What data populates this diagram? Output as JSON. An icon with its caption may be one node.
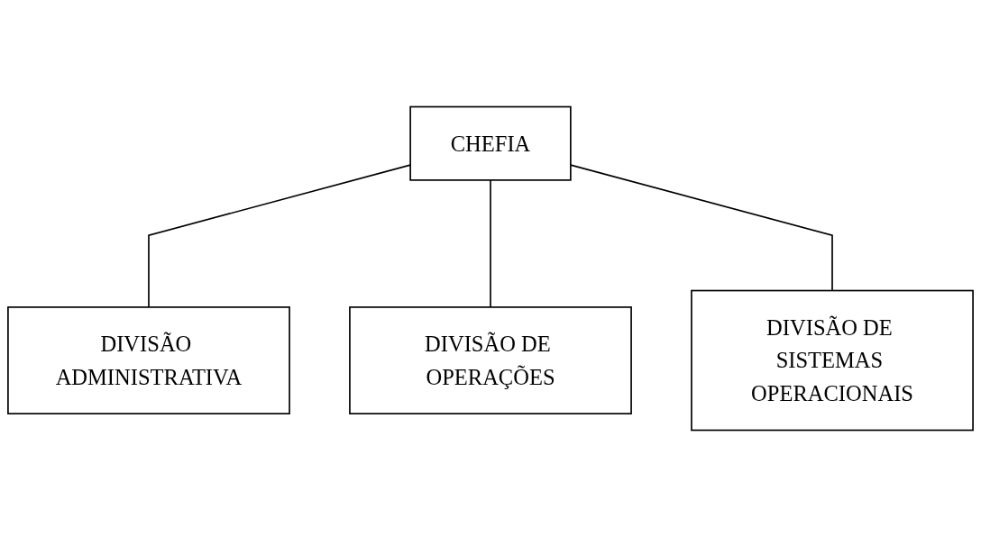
{
  "diagram": {
    "nodes": [
      {
        "text": [
          "CHEFIA"
        ]
      },
      {
        "text": [
          "DIVISÃO ADMINISTRATIVA"
        ]
      },
      {
        "text": [
          "DIVISÃO DE OPERAÇÕES"
        ]
      },
      {
        "text": [
          "DIVISÃO DE SISTEMAS OPERACIONAIS"
        ]
      }
    ],
    "edges": [
      {
        "from": 0,
        "to": 1,
        "arrow": "none"
      },
      {
        "from": 0,
        "to": 2,
        "arrow": "none"
      },
      {
        "from": 0,
        "to": 3,
        "arrow": "none"
      }
    ]
  }
}
